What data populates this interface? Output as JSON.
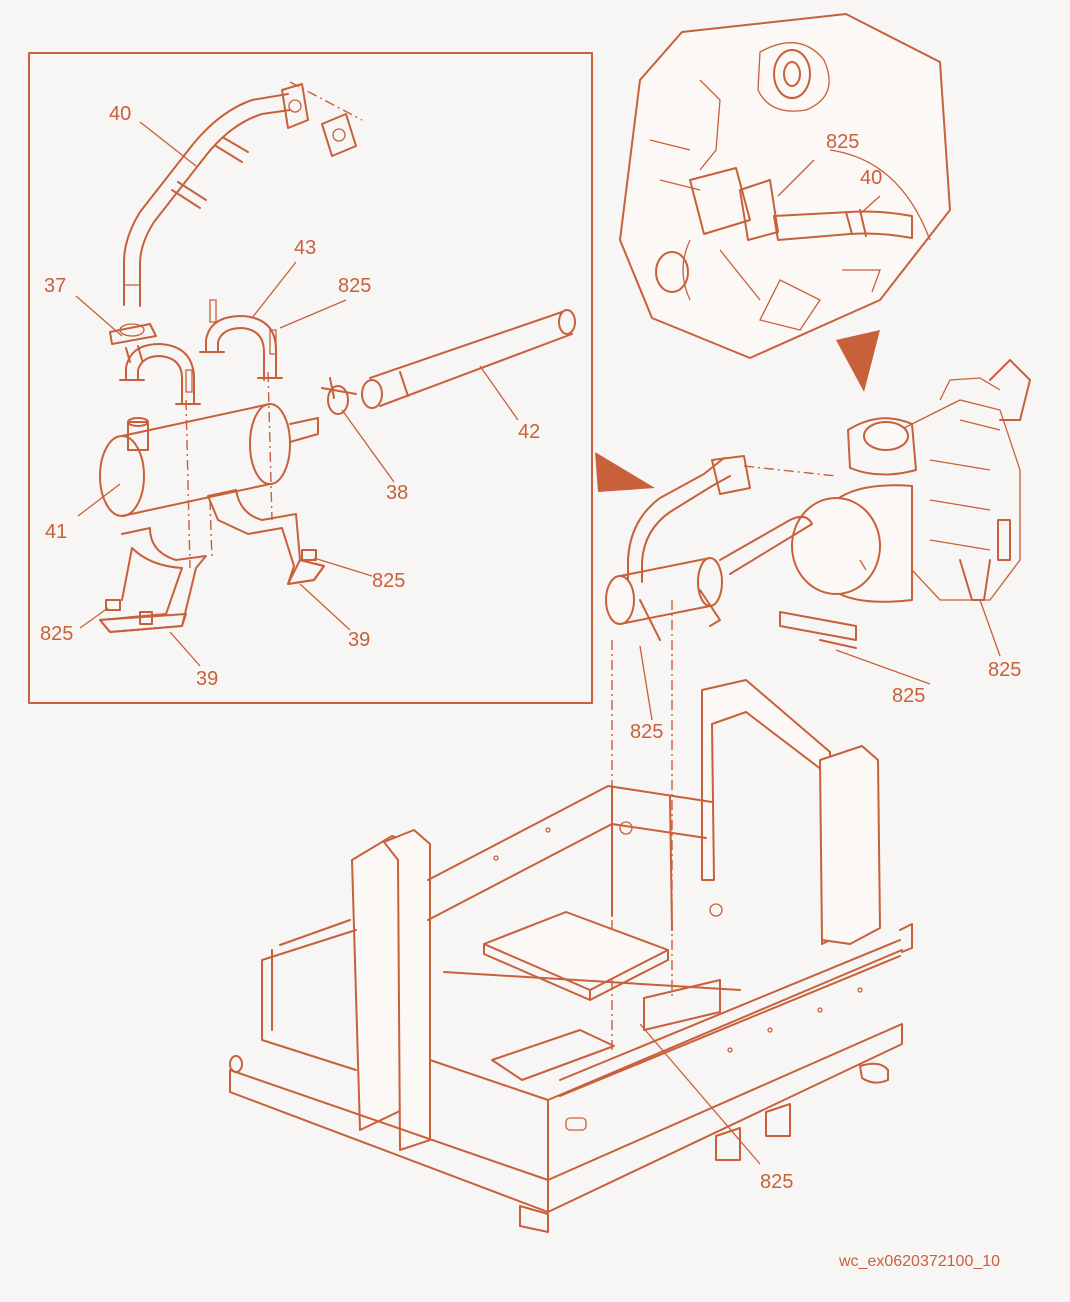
{
  "figure_ref": "wc_ex0620372100_10",
  "colors": {
    "line": "#c8603b",
    "background": "#f8f6f4"
  },
  "detail_labels": {
    "p40": "40",
    "p43": "43",
    "p37": "37",
    "p825a": "825",
    "p42": "42",
    "p38": "38",
    "p41": "41",
    "p825b": "825",
    "p39a": "39",
    "p825c": "825",
    "p39b": "39"
  },
  "inset_labels": {
    "p825": "825",
    "p40": "40"
  },
  "main_labels": {
    "p825a": "825",
    "p825b": "825",
    "p825c": "825",
    "p825d": "825"
  }
}
